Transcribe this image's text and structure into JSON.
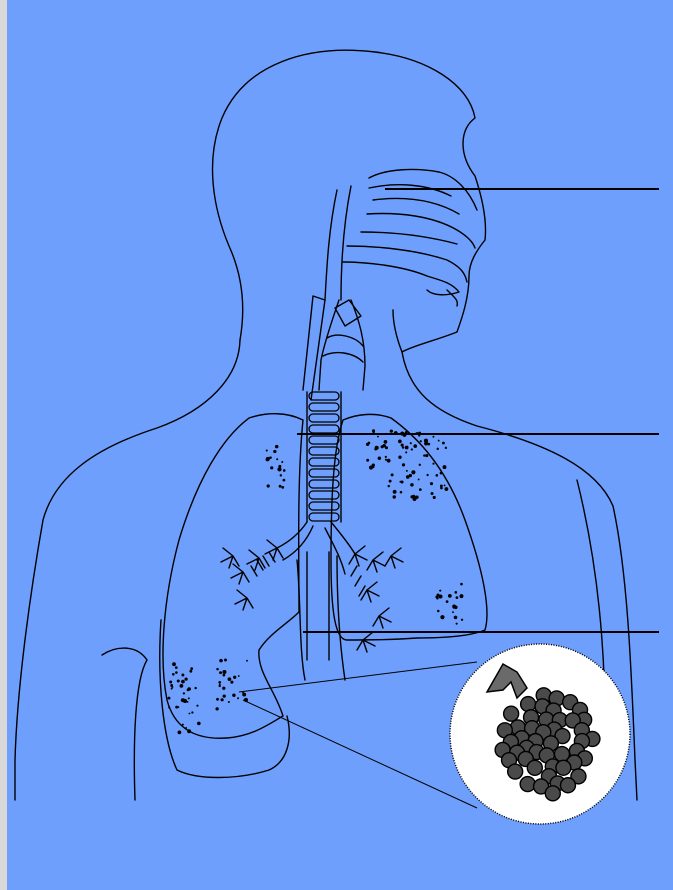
{
  "diagram": {
    "subject": "respiratory-system",
    "colors": {
      "background": "#6f9ffc",
      "frame": "#d9d9d9",
      "line": "#000000",
      "alveoli_fill": "#4a4a4a",
      "inset_fill": "#ffffff"
    },
    "label_lines": [
      {
        "id": "nasal-cavity",
        "text": ""
      },
      {
        "id": "trachea",
        "text": ""
      },
      {
        "id": "bronchi",
        "text": ""
      }
    ],
    "inset": {
      "id": "alveoli-inset",
      "alveoli_count": 48
    }
  }
}
